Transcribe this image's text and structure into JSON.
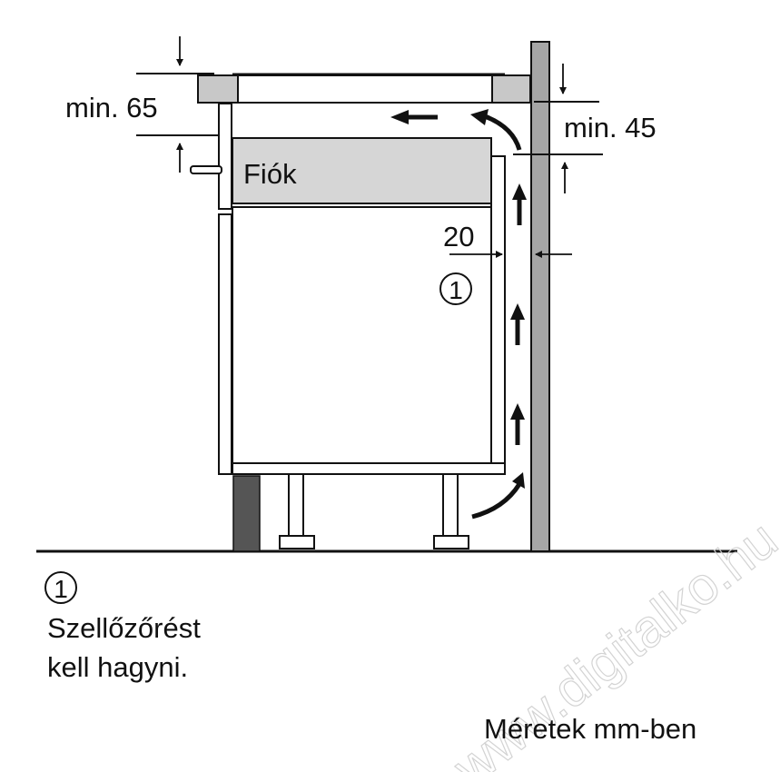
{
  "diagram": {
    "drawer_label": "Fiók",
    "dim_top_left": "min. 65",
    "dim_top_right": "min. 45",
    "dim_gap": "20",
    "marker_symbol": "1"
  },
  "legend": {
    "marker_symbol": "1",
    "line1": "Szellőzőrést",
    "line2": "kell hagyni."
  },
  "footer": {
    "units_note": "Méretek mm-ben",
    "watermark": "www.digitalko.hu"
  },
  "colors": {
    "stroke": "#111111",
    "wall_fill": "#a6a6a6",
    "drawer_fill": "#d6d6d6",
    "plinth_fill": "#555555",
    "countertop_end": "#c8c8c8"
  }
}
